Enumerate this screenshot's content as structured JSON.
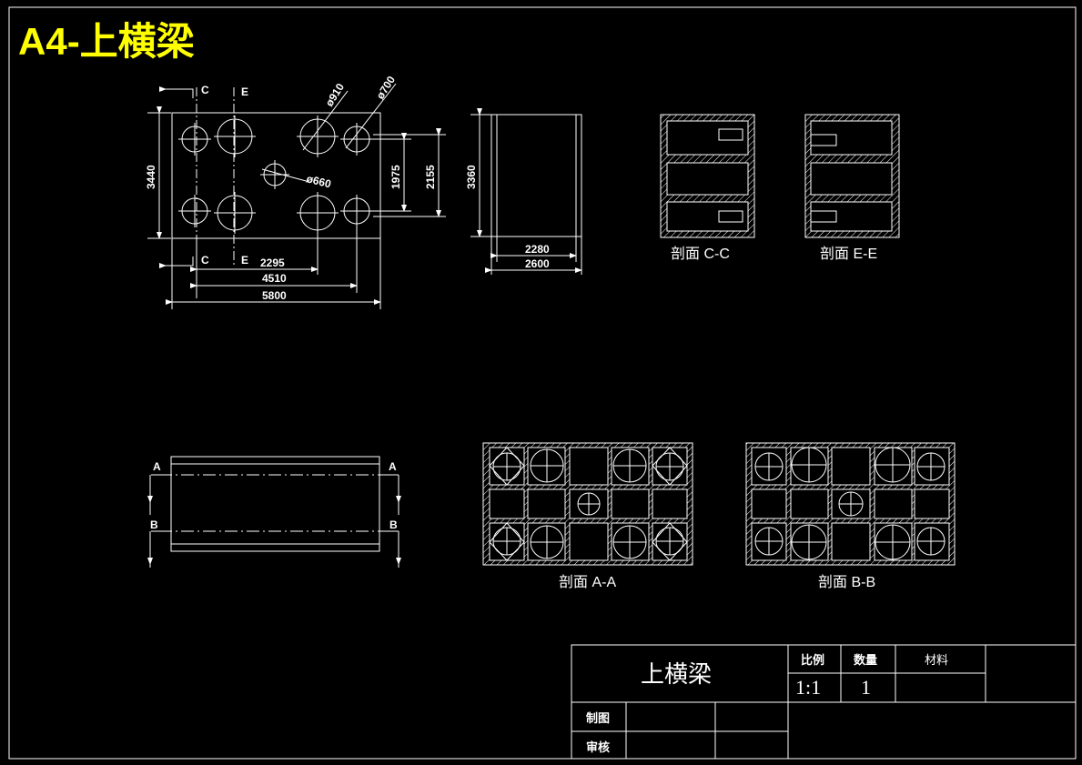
{
  "drawing_title": "A4-上横梁",
  "plan_view": {
    "dims": {
      "d910": "ø910",
      "d700": "ø700",
      "d660": "ø660",
      "h3440": "3440",
      "h1975": "1975",
      "h2155": "2155",
      "w2295": "2295",
      "w4510": "4510",
      "w5800": "5800"
    },
    "markers": {
      "c": "C",
      "e": "E"
    }
  },
  "side_view": {
    "dims": {
      "h3360": "3360",
      "w2280": "2280",
      "w2600": "2600"
    }
  },
  "front_view": {
    "markers": {
      "a": "A",
      "b": "B"
    }
  },
  "sections": {
    "cc": "剖面 C-C",
    "ee": "剖面 E-E",
    "aa": "剖面 A-A",
    "bb": "剖面 B-B"
  },
  "title_block": {
    "part_name": "上横梁",
    "scale_label": "比例",
    "scale_value": "1:1",
    "qty_label": "数量",
    "qty_value": "1",
    "material_label": "材料",
    "drawn_label": "制图",
    "checked_label": "审核"
  },
  "colors": {
    "background": "#000000",
    "line": "#ffffff",
    "title": "#ffff00"
  }
}
